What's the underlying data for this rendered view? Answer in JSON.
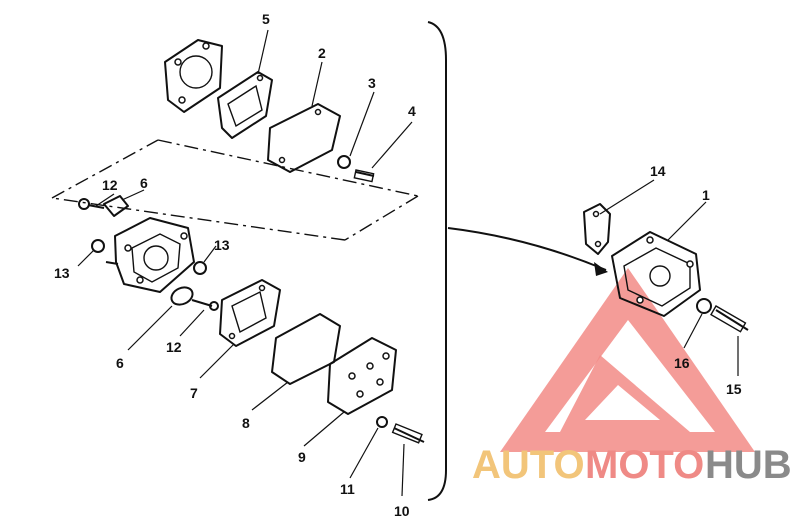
{
  "callouts": {
    "c1": "1",
    "c2": "2",
    "c3": "3",
    "c4": "4",
    "c5": "5",
    "c6a": "6",
    "c6b": "6",
    "c7": "7",
    "c8": "8",
    "c9": "9",
    "c10": "10",
    "c11": "11",
    "c12a": "12",
    "c12b": "12",
    "c13a": "13",
    "c13b": "13",
    "c14": "14",
    "c15": "15",
    "c16": "16"
  },
  "watermark": {
    "part1": "AUTO",
    "part2": "MOTO",
    "part3": "HUB",
    "colors": {
      "auto": "#f2c57a",
      "moto": "#ef8a86",
      "hub": "#8a8a8a",
      "logo": "#f28b86"
    }
  },
  "icons": {
    "logo": "triangle-logo-icon"
  }
}
